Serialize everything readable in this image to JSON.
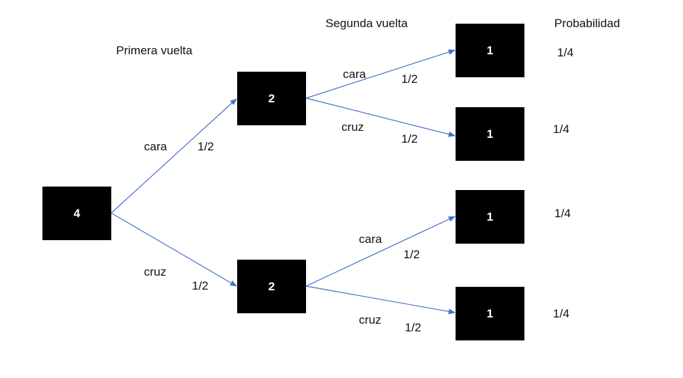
{
  "headers": {
    "first_round": "Primera vuelta",
    "second_round": "Segunda vuelta",
    "probability": "Probabilidad"
  },
  "nodes": {
    "root": "4",
    "mid_top": "2",
    "mid_bottom": "2",
    "leaf_1": "1",
    "leaf_2": "1",
    "leaf_3": "1",
    "leaf_4": "1"
  },
  "edges": {
    "root_to_top": {
      "label": "cara",
      "prob": "1/2"
    },
    "root_to_bottom": {
      "label": "cruz",
      "prob": "1/2"
    },
    "top_to_leaf1": {
      "label": "cara",
      "prob": "1/2"
    },
    "top_to_leaf2": {
      "label": "cruz",
      "prob": "1/2"
    },
    "bottom_to_leaf3": {
      "label": "cara",
      "prob": "1/2"
    },
    "bottom_to_leaf4": {
      "label": "cruz",
      "prob": "1/2"
    }
  },
  "probabilities": [
    "1/4",
    "1/4",
    "1/4",
    "1/4"
  ],
  "colors": {
    "box": "#000000",
    "box_text": "#ffffff",
    "arrow": "#4472c4",
    "text": "#111111"
  }
}
